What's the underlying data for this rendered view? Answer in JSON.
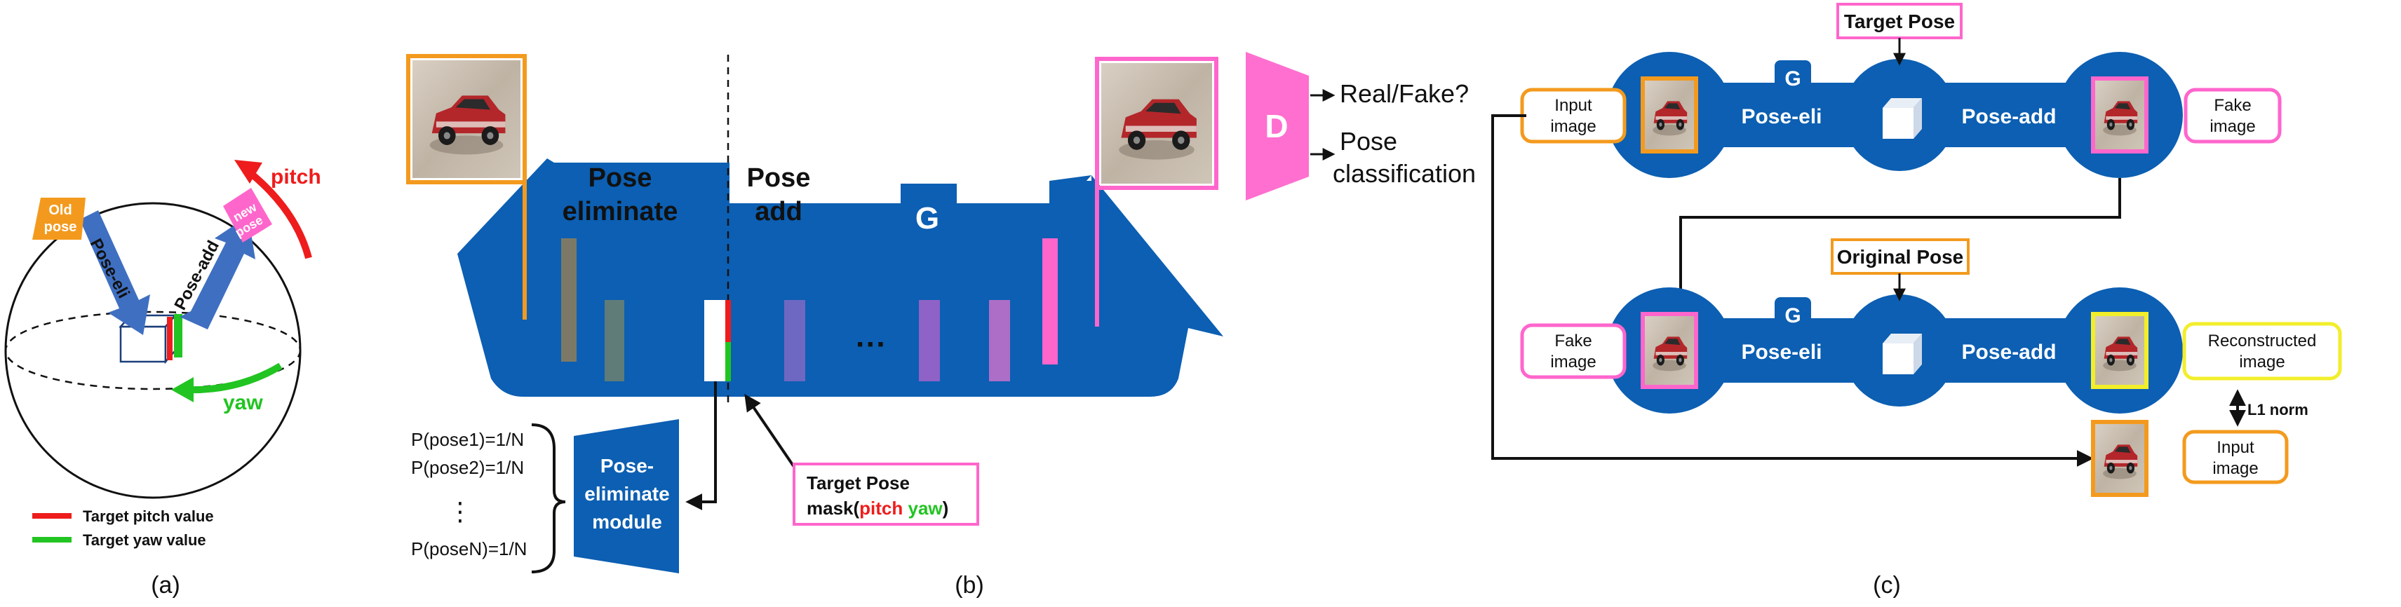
{
  "panel_a": {
    "old_pose": "Old\npose",
    "new_pose": "new\npose",
    "pose_eli": "Pose-eli",
    "pose_add": "Pose-add",
    "pitch": "pitch",
    "yaw": "yaw",
    "legend_pitch": "Target pitch value",
    "legend_yaw": "Target yaw value",
    "caption": "(a)",
    "colors": {
      "old_pose": "#f39a1e",
      "new_pose": "#ff66cc",
      "pitch": "#ee1c1c",
      "yaw": "#22c422",
      "arrow": "#3f6fc1"
    }
  },
  "panel_b": {
    "pose_eliminate": "Pose\neliminate",
    "pose_add": "Pose\nadd",
    "generator": "G",
    "discriminator": "D",
    "real_fake": "Real/Fake?",
    "pose_classification": "Pose\nclassification",
    "dots": "···",
    "prob_1": "P(pose1)=1/N",
    "prob_2": "P(pose2)=1/N",
    "vdots": "⋮",
    "prob_n": "P(poseN)=1/N",
    "module": "Pose-\neliminate\nmodule",
    "target_pose_title": "Target Pose",
    "target_pose_mask_prefix": "mask(",
    "target_pose_pitch": "pitch",
    "target_pose_yaw": "yaw",
    "target_pose_suffix": ")",
    "caption": "(b)",
    "colors": {
      "blue": "#0c5fb2",
      "orange": "#f39a1e",
      "pink": "#ff66cc",
      "d_fill": "#ff6fcf"
    }
  },
  "panel_c": {
    "target_pose": "Target Pose",
    "original_pose": "Original Pose",
    "generator_1": "G",
    "generator_2": "G",
    "pose_eli_1": "Pose-eli",
    "pose_add_1": "Pose-add",
    "pose_eli_2": "Pose-eli",
    "pose_add_2": "Pose-add",
    "input_image_1": "Input\nimage",
    "fake_image_1": "Fake\nimage",
    "fake_image_2": "Fake\nimage",
    "reconstructed_image": "Reconstructed\nimage",
    "l1_norm": "L1 norm",
    "input_image_2": "Input\nimage",
    "caption": "(c)",
    "colors": {
      "blue": "#0c5fb2",
      "orange": "#f39a1e",
      "pink": "#ff66cc",
      "yellow": "#f2ee2a"
    }
  }
}
